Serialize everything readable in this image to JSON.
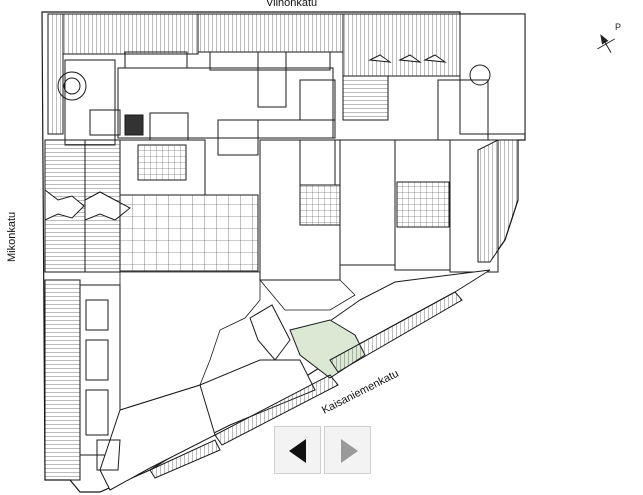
{
  "streets": {
    "top": "Vilhonkatu",
    "left": "Mikonkatu",
    "diagonal": "Kaisaniemenkatu"
  },
  "compass": {
    "label": "P",
    "icon": "compass-icon"
  },
  "navigation": {
    "prev_icon": "arrow-left-icon",
    "next_icon": "arrow-right-icon",
    "prev_enabled": true,
    "next_enabled": false
  },
  "colors": {
    "line": "#1a1a1a",
    "highlight": "#dbe8d4",
    "hatch": "#555555",
    "background": "#ffffff"
  }
}
